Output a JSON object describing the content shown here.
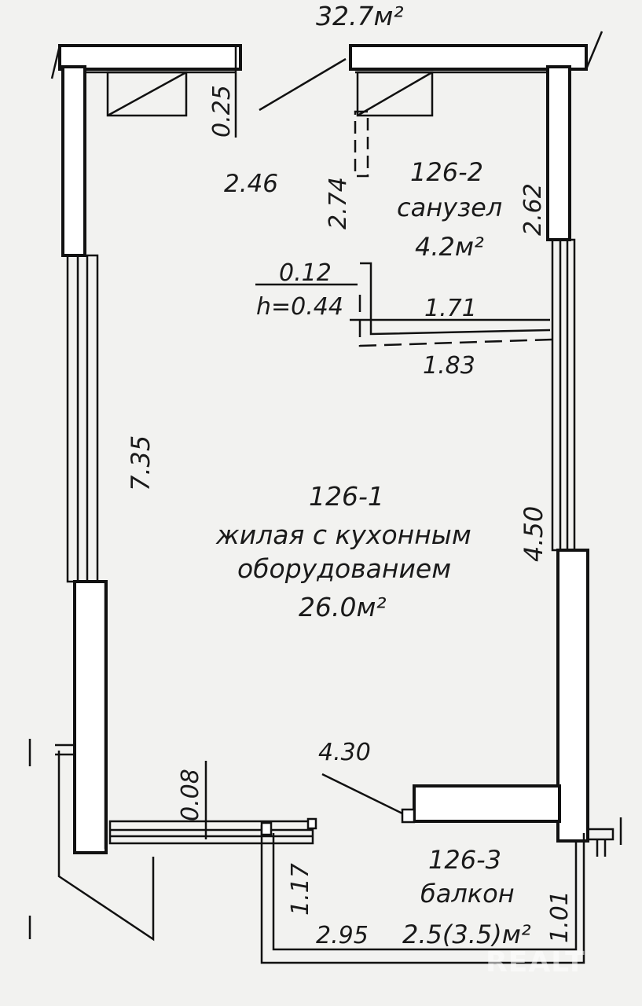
{
  "total_area": "32.7м²",
  "rooms": {
    "bathroom": {
      "number": "126-2",
      "name": "санузел",
      "area": "4.2м²"
    },
    "living": {
      "number": "126-1",
      "name_line1": "жилая с кухонным",
      "name_line2": "оборудованием",
      "area": "26.0м²"
    },
    "balcony": {
      "number": "126-3",
      "name": "балкон",
      "area": "2.5(3.5)м²"
    }
  },
  "dimensions": {
    "d025": "0.25",
    "d246": "2.46",
    "d274": "2.74",
    "d262": "2.62",
    "d012": "0.12",
    "h044": "h=0.44",
    "d171": "1.71",
    "d183": "1.83",
    "d735": "7.35",
    "d450": "4.50",
    "d430": "4.30",
    "d008": "0.08",
    "d117": "1.17",
    "d295": "2.95",
    "d101": "1.01"
  },
  "watermark": "REALT"
}
